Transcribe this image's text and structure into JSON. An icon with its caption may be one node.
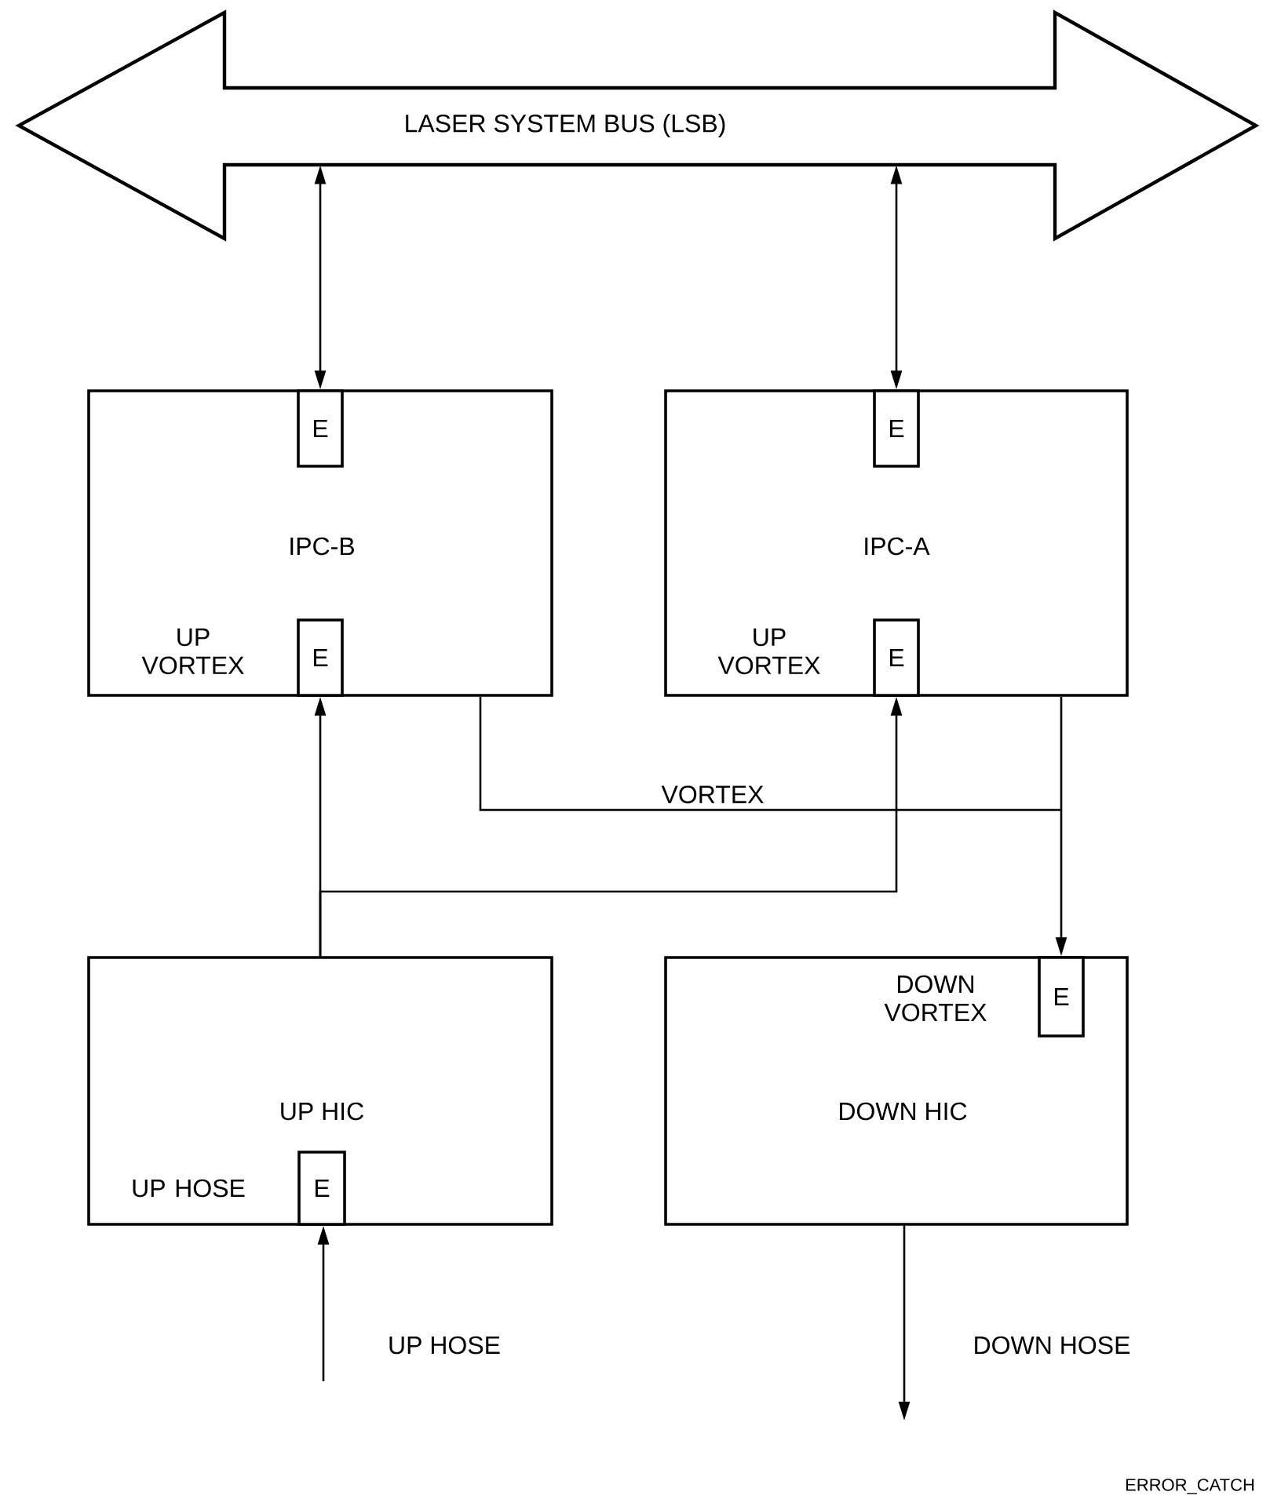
{
  "diagram": {
    "nodes": [
      {
        "text": [
          "LASER SYSTEM BUS (LSB)"
        ]
      },
      {
        "text": [
          "IPC-B"
        ]
      },
      {
        "text": [
          "E"
        ],
        "in": 1
      },
      {
        "text": [
          "E"
        ],
        "in": 1,
        "beside": [
          "UP VORTEX"
        ]
      },
      {
        "text": [
          "IPC-A"
        ]
      },
      {
        "text": [
          "E"
        ],
        "in": 4
      },
      {
        "text": [
          "E"
        ],
        "in": 4,
        "beside": [
          "UP VORTEX"
        ]
      },
      {
        "text": [
          "UP HIC"
        ]
      },
      {
        "text": [
          "E"
        ],
        "in": 7,
        "beside": [
          "UP HOSE"
        ]
      },
      {
        "text": [
          "DOWN HIC"
        ]
      },
      {
        "text": [
          "E"
        ],
        "in": 9,
        "beside": [
          "DOWN VORTEX"
        ]
      }
    ],
    "edges": [
      {
        "from": 0,
        "to": 2,
        "arrow": "both"
      },
      {
        "from": 0,
        "to": 5,
        "arrow": "both"
      },
      {
        "from": 1,
        "to": 10,
        "arrow": "to",
        "label": "VORTEX"
      },
      {
        "from": 4,
        "to": 10,
        "arrow": "to"
      },
      {
        "from": 7,
        "to": 3,
        "arrow": "to"
      },
      {
        "from": 7,
        "to": 6,
        "arrow": "to"
      },
      {
        "from": null,
        "to": 8,
        "arrow": "to",
        "label": "UP HOSE"
      },
      {
        "from": 9,
        "to": null,
        "arrow": "to",
        "label": "DOWN HOSE"
      }
    ],
    "labels": [
      "ERROR_CATCH"
    ]
  }
}
